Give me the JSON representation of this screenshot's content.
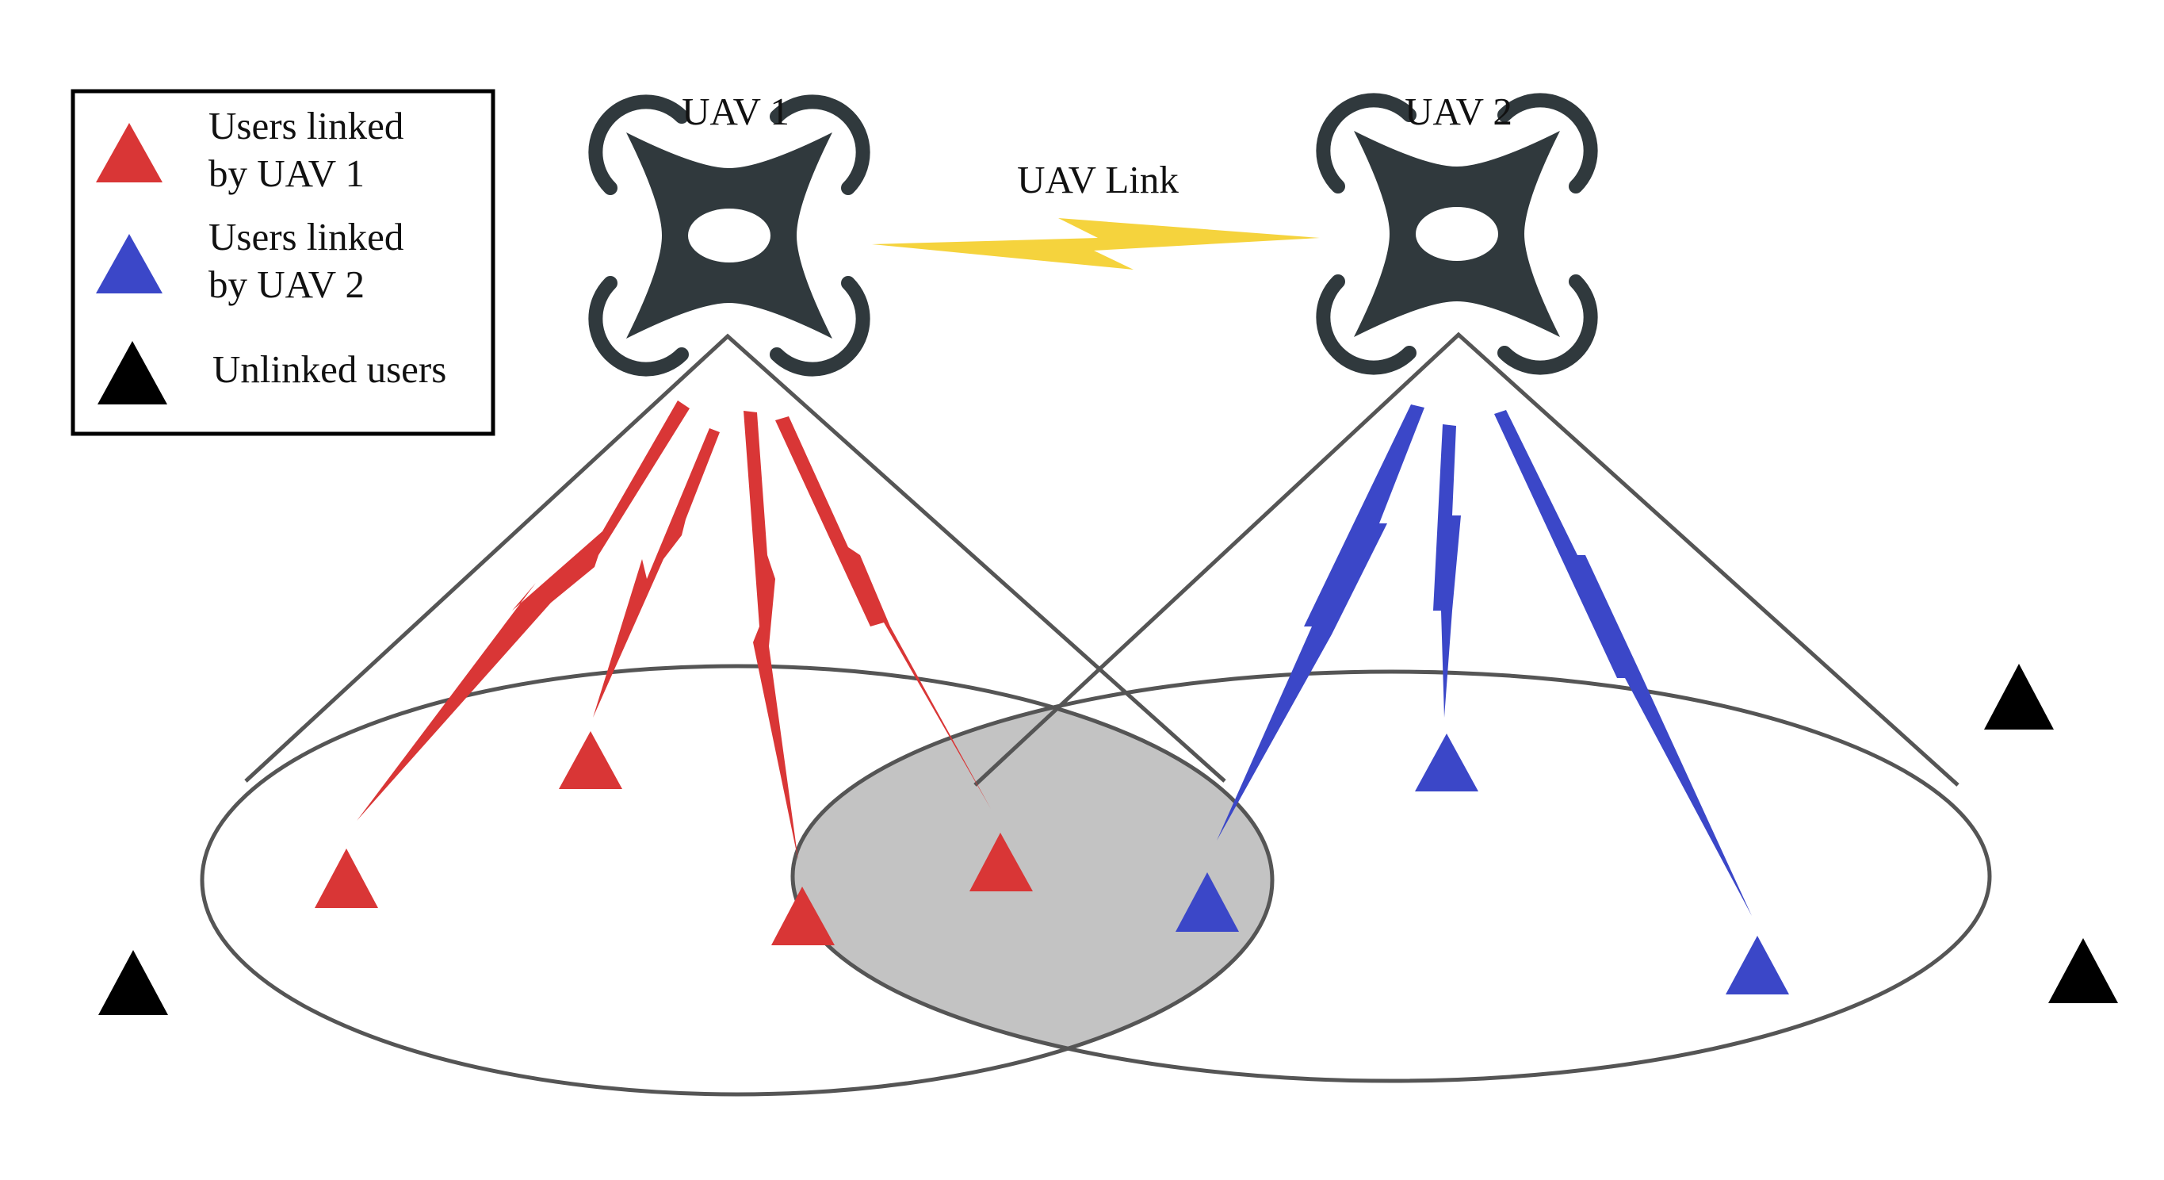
{
  "legend": {
    "items": [
      {
        "line1": "Users linked",
        "line2": "by UAV 1",
        "color": "#d93636"
      },
      {
        "line1": "Users linked",
        "line2": "by UAV 2",
        "color": "#3b47c8"
      },
      {
        "line1": "Unlinked users",
        "line2": "",
        "color": "#000000"
      }
    ]
  },
  "uavs": [
    {
      "label": "UAV 1",
      "icon": "drone-icon"
    },
    {
      "label": "UAV 2",
      "icon": "drone-icon"
    }
  ],
  "link": {
    "label": "UAV Link",
    "color": "#f5d33d"
  },
  "colors": {
    "uav1_users": "#d93636",
    "uav2_users": "#3b47c8",
    "unlinked_users": "#000000",
    "drone_body": "#30393d",
    "overlap_area": "#c3c3c3",
    "outline": "#555555"
  }
}
